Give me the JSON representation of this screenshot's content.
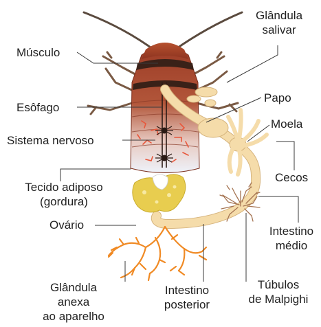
{
  "colors": {
    "body_top": "#a8412a",
    "body_bottom": "#f4f6fa",
    "body_band": "#3a2118",
    "gut": "#f5dcaa",
    "gut_outline": "#d6b47d",
    "fat": "#e8cd4f",
    "gland": "#f08a24",
    "malpighi": "#a57452",
    "leader": "#3a3a3a"
  },
  "labels": {
    "musculo": "Músculo",
    "esofago": "Esôfago",
    "sistema_nervoso": "Sistema nervoso",
    "tecido_adiposo_1": "Tecido adiposo",
    "tecido_adiposo_2": "(gordura)",
    "ovario": "Ovário",
    "glandula_anexa_1": "Glândula",
    "glandula_anexa_2": "anexa",
    "glandula_anexa_3": "ao aparelho",
    "glandula_salivar_1": "Glândula",
    "glandula_salivar_2": "salivar",
    "papo": "Papo",
    "moela": "Moela",
    "cecos": "Cecos",
    "intestino_medio_1": "Intestino",
    "intestino_medio_2": "médio",
    "intestino_posterior_1": "Intestino",
    "intestino_posterior_2": "posterior",
    "tubulos_1": "Túbulos",
    "tubulos_2": "de Malpighi"
  }
}
